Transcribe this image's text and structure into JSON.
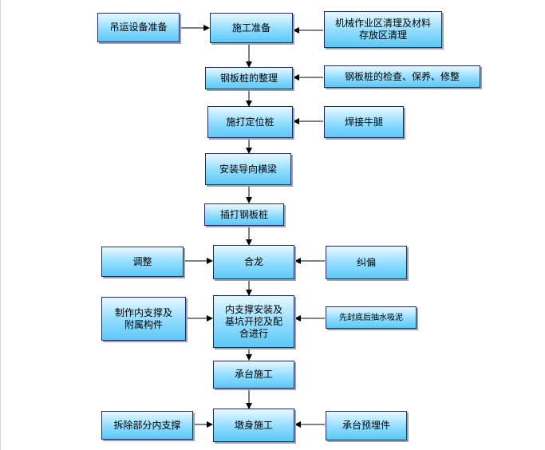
{
  "diagram": {
    "colors": {
      "border": "#1f2a6b",
      "fill_top": "#e8f9ff",
      "fill_bottom": "#5cc8f5",
      "arrow": "#000000"
    },
    "nodes": {
      "n1": "吊运设备准备",
      "n2": "施工准备",
      "n3": "机械作业区清理及材料\n存放区清理",
      "n4": "钢板桩的整理",
      "n5": "钢板桩的检查、保养、修整",
      "n6": "施打定位桩",
      "n7": "焊接牛腿",
      "n8": "安装导向横梁",
      "n9": "插打钢板桩",
      "n10": "调整",
      "n11": "合龙",
      "n12": "纠偏",
      "n13": "制作内支撑及\n附属构件",
      "n14": "内支撑安装及\n基坑开挖及配\n合进行",
      "n15": "先封底后抽水吸泥",
      "n16": "承台施工",
      "n17": "拆除部分内支撑",
      "n18": "墩身施工",
      "n19": "承台预埋件"
    }
  }
}
